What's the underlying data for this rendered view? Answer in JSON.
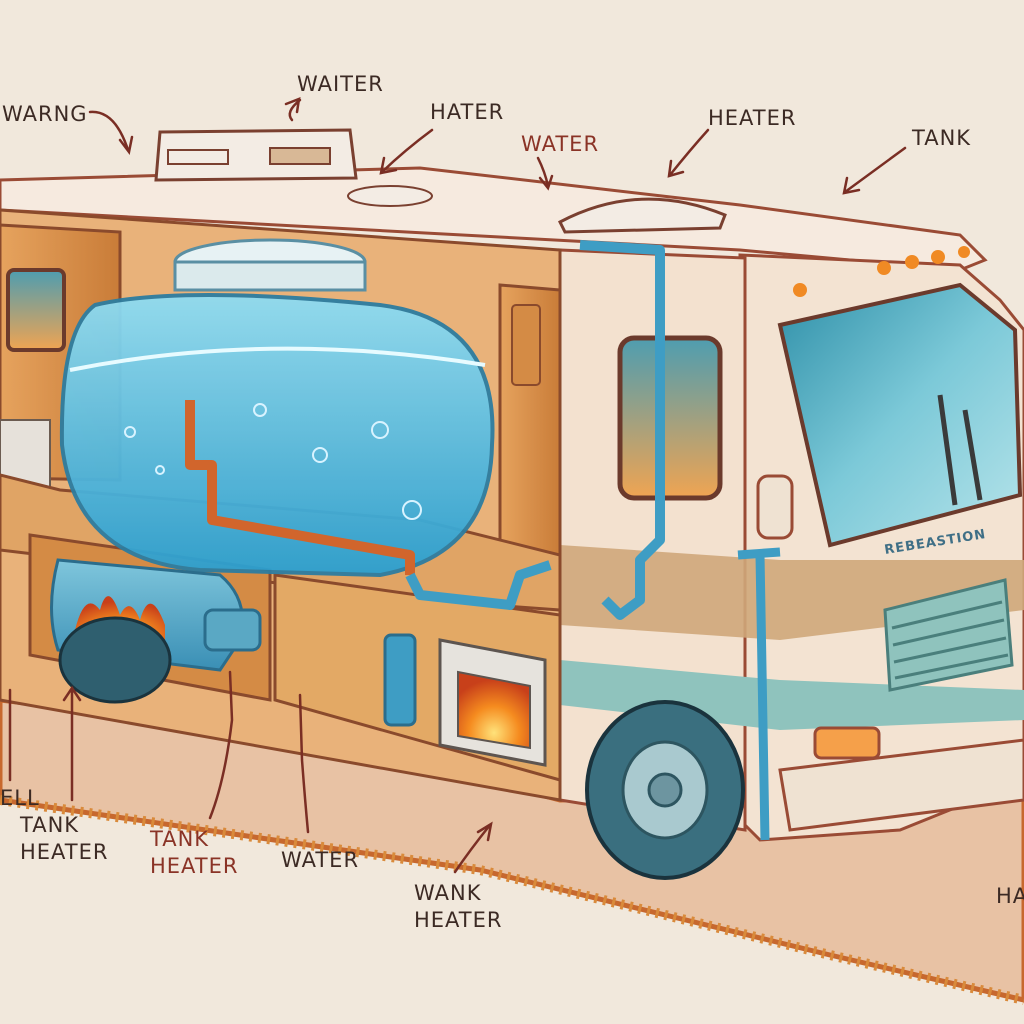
{
  "labels": {
    "top_left": "WARNG",
    "top_waiter": "WAITER",
    "top_hater": "HATER",
    "top_water": "WATER",
    "top_heater": "HEATER",
    "top_tank": "TANK",
    "bottom_ell": "ELL",
    "bottom_tank_heater_1": "TANK\nHEATER",
    "bottom_tank_heater_2": "TANK\nHEATER",
    "bottom_water": "WATER",
    "bottom_wank_heater": "WANK\nHEATER",
    "bottom_right": "HA"
  },
  "vehicle_badge": "REBEASTION",
  "colors": {
    "background": "#f1e8dc",
    "body_cream": "#f3e3d2",
    "stripe_teal": "#8fc3bd",
    "stripe_tan": "#cfa77a",
    "water": "#49b8dc",
    "pipe_copper": "#d1652c",
    "pipe_blue": "#3e9dc4",
    "cabinet_wood": "#d8924c",
    "flame": "#f07a1d",
    "ink": "#7a2e24"
  }
}
